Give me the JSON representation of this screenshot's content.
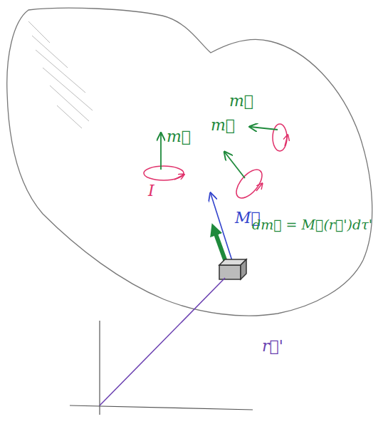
{
  "diagram": {
    "labels": [
      "m⃗",
      "m⃗",
      "m⃗",
      "I",
      "M⃗",
      "dm⃗ = M⃗(r⃗')dτ'",
      "r⃗'"
    ]
  }
}
